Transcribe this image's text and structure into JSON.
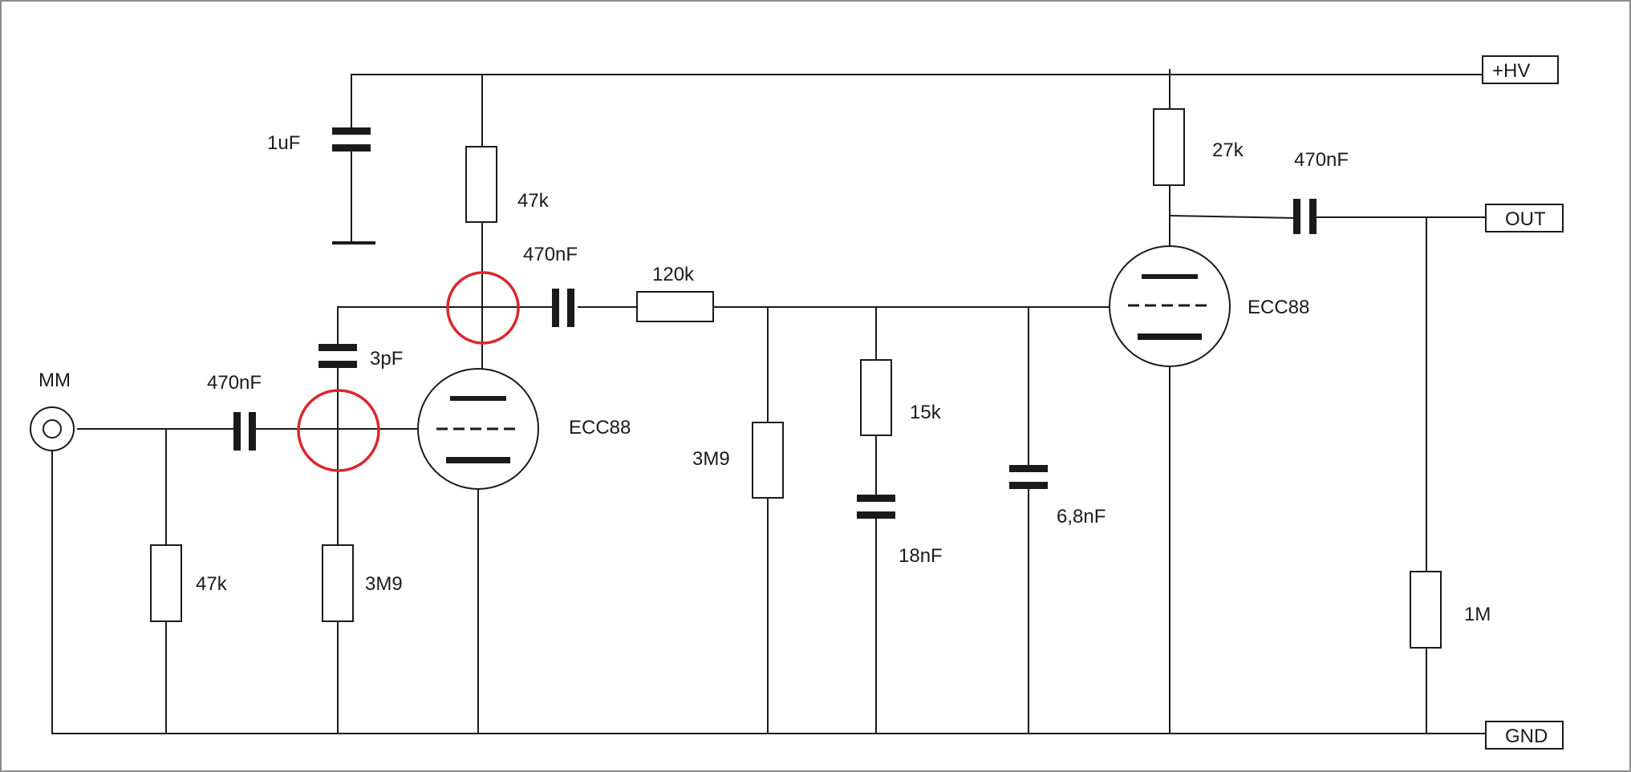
{
  "input": {
    "label": "MM"
  },
  "terminals": {
    "hv": "+HV",
    "out": "OUT",
    "gnd": "GND"
  },
  "components": {
    "c_in": "470nF",
    "r_in": "47k",
    "c_feedback": "3pF",
    "r_grid1": "3M9",
    "c_supply": "1uF",
    "r_anode1": "47k",
    "c_couple1": "470nF",
    "r_series": "120k",
    "r_grid2": "3M9",
    "r_network": "15k",
    "c_network": "18nF",
    "c_shunt": "6,8nF",
    "r_anode2": "27k",
    "c_out": "470nF",
    "r_load": "1M"
  },
  "tubes": {
    "tube1": "ECC88",
    "tube2": "ECC88"
  },
  "colors": {
    "wire": "#1a1a1a",
    "highlight": "#d9282e"
  }
}
